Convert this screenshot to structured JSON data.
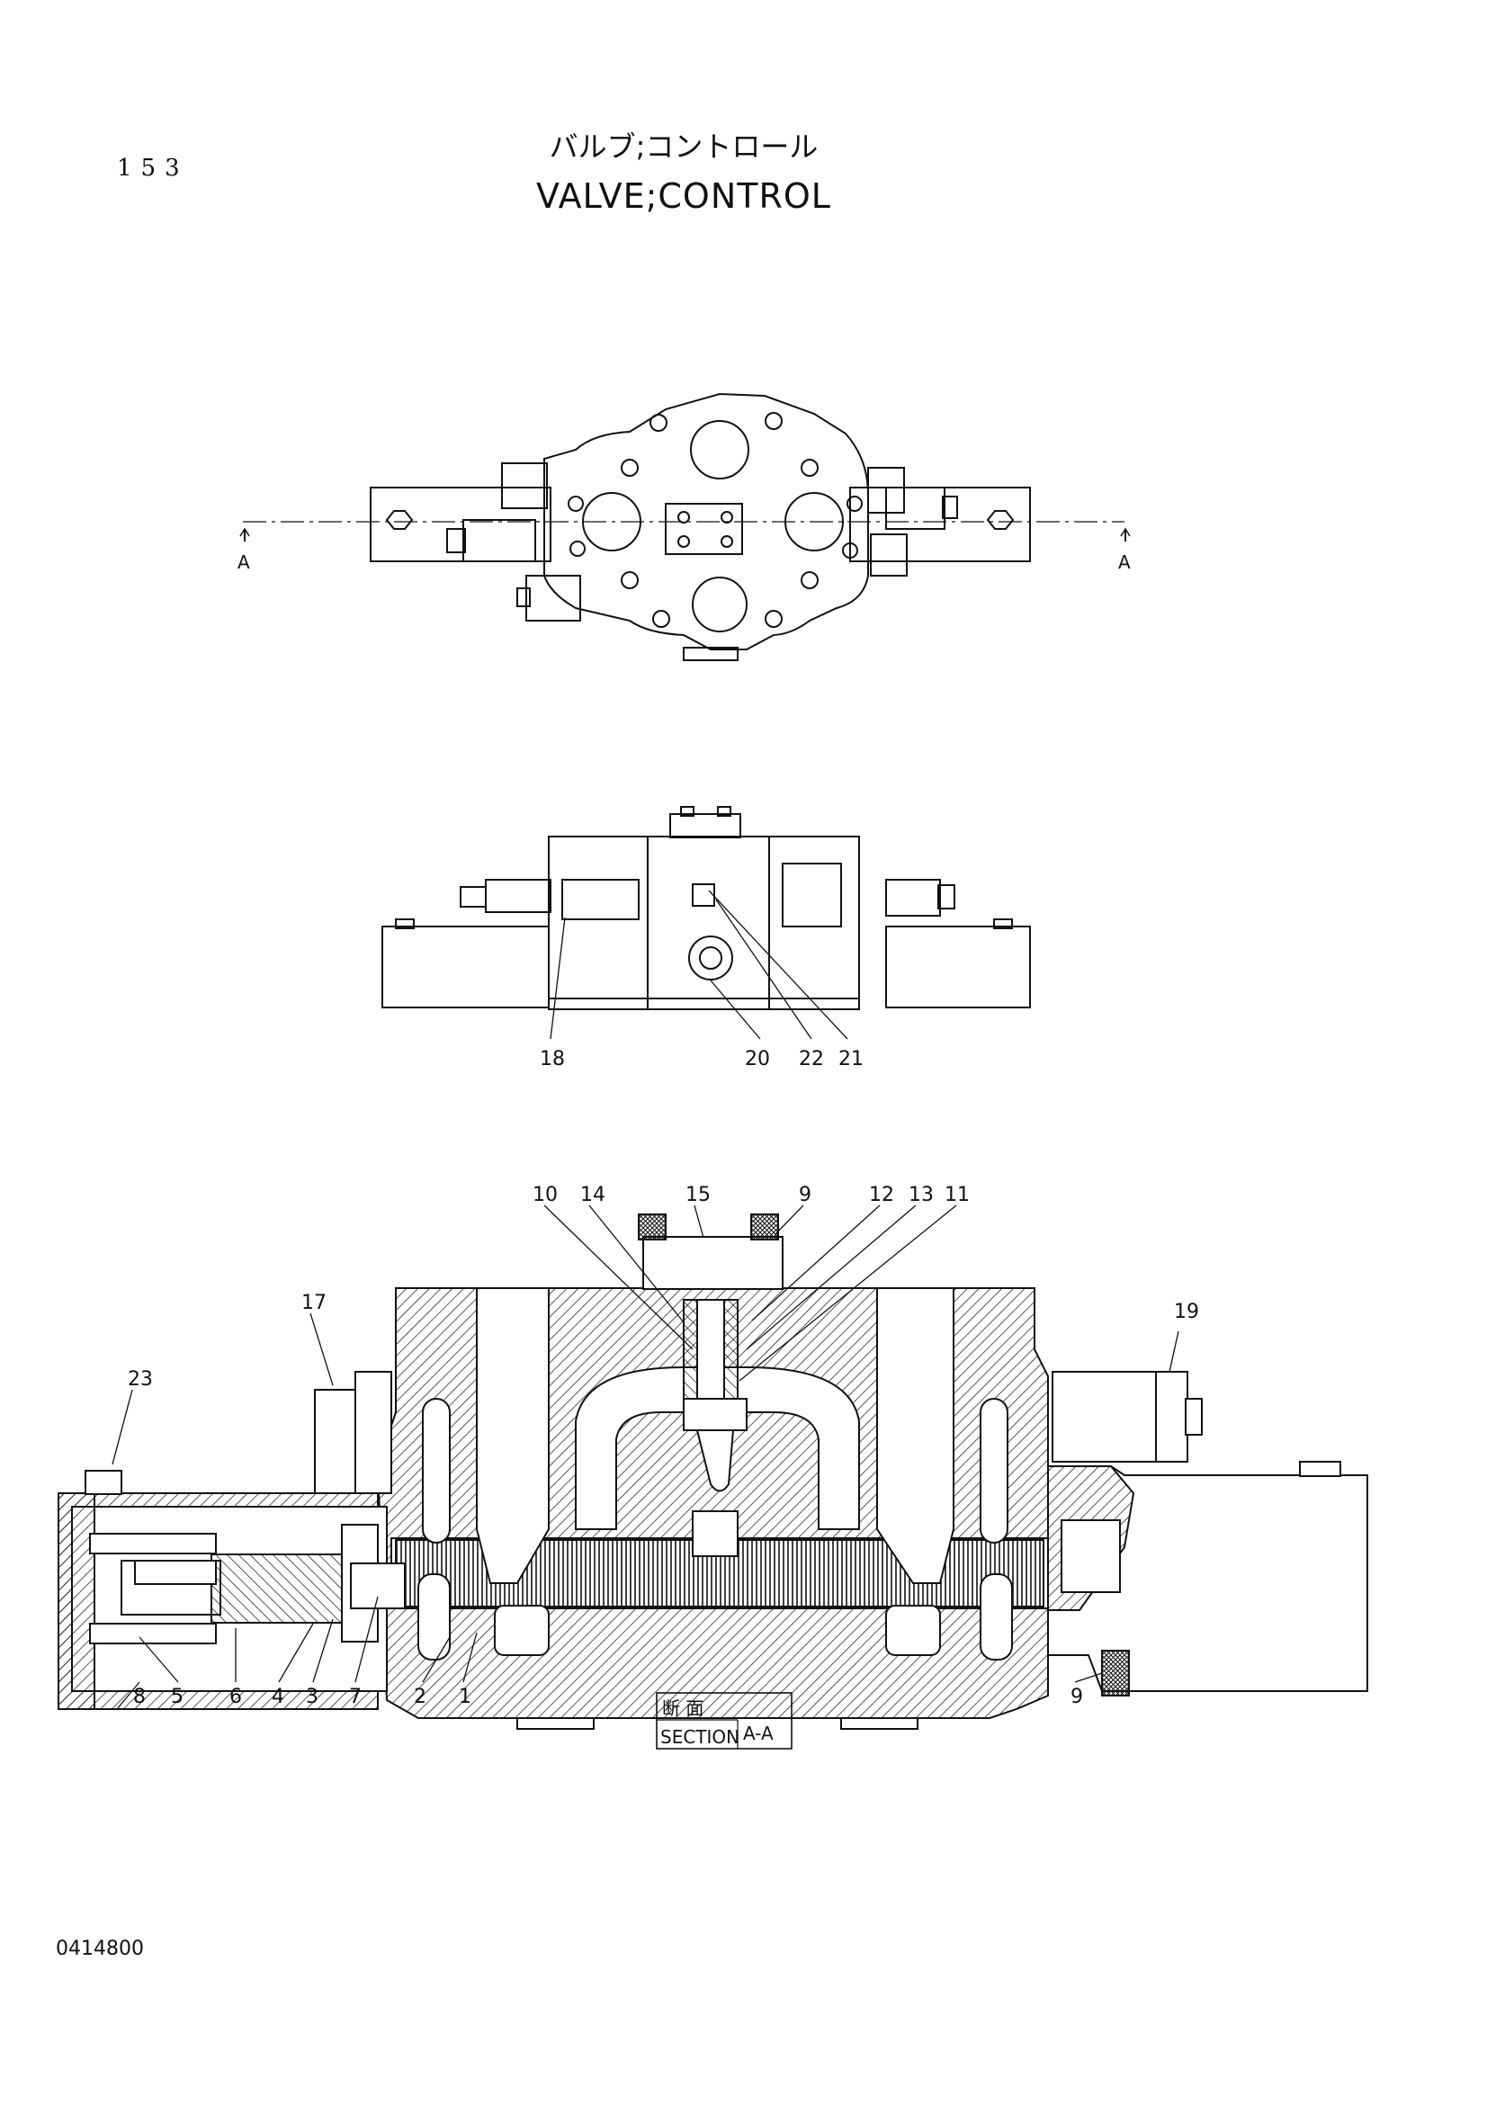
{
  "header": {
    "page_number": "153",
    "title_jp": "バルブ;コントロール",
    "title_en": "VALVE;CONTROL"
  },
  "section_marker": {
    "left": "A",
    "right": "A"
  },
  "callouts": {
    "side_view": [
      "18",
      "20",
      "22",
      "21"
    ],
    "section_view": [
      "10",
      "14",
      "15",
      "9",
      "12",
      "13",
      "11",
      "17",
      "19",
      "23",
      "8",
      "5",
      "6",
      "4",
      "3",
      "7",
      "2",
      "1",
      "9"
    ]
  },
  "section_label": {
    "jp": "断 面",
    "en": "SECTION",
    "id": "A-A"
  },
  "footer": {
    "doc_number": "0414800"
  }
}
